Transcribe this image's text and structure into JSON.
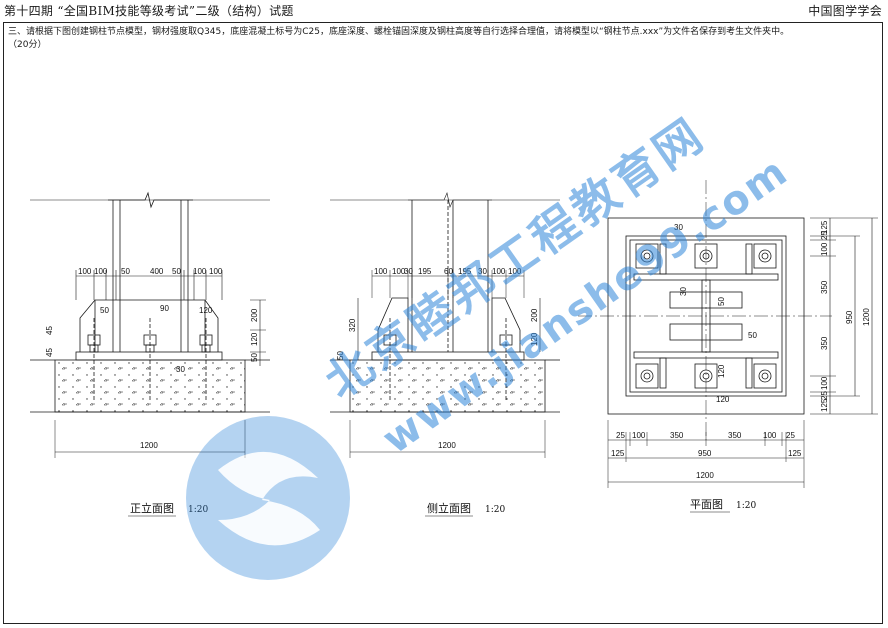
{
  "header": {
    "left": "第十四期 “全国BIM技能等级考试”二级（结构）试题",
    "right": "中国图学学会"
  },
  "question": {
    "line1": "三、请根据下图创建钢柱节点模型，钢材强度取Q345，底座混凝土标号为C25，底座深度、螺栓锚固深度及钢柱高度等自行选择合理值，请将模型以“钢柱节点.xxx”为文件名保存到考生文件夹中。",
    "line2": "（20分）"
  },
  "front_view": {
    "caption": "正立面图",
    "scale": "1:20",
    "top_dims": [
      "100",
      "100",
      "50",
      "400",
      "50",
      "100",
      "100"
    ],
    "small_dims": [
      "50",
      "90",
      "120",
      "45",
      "45",
      "30"
    ],
    "right_dims": [
      "200",
      "120",
      "50"
    ],
    "overall": "1200"
  },
  "side_view": {
    "caption": "侧立面图",
    "scale": "1:20",
    "top_dims": [
      "100",
      "100",
      "30",
      "195",
      "60",
      "195",
      "30",
      "100",
      "100"
    ],
    "left_dims": [
      "320",
      "50"
    ],
    "right_dims": [
      "200",
      "120"
    ],
    "overall": "1200"
  },
  "plan_view": {
    "caption": "平面图",
    "scale": "1:20",
    "inner_dims": [
      "30",
      "30",
      "50",
      "50",
      "120",
      "120"
    ],
    "right_dims": [
      "125",
      "25",
      "100",
      "350",
      "950",
      "350",
      "100",
      "25",
      "125",
      "1200"
    ],
    "bottom_dims": [
      "25",
      "100",
      "350",
      "350",
      "100",
      "25",
      "125",
      "950",
      "125",
      "1200"
    ]
  },
  "watermark": {
    "text": "北京睦邦工程教育网",
    "url": "www.jianshe99.com"
  },
  "colors": {
    "line": "#1a1a1a",
    "watermark": "#2e86d9"
  }
}
